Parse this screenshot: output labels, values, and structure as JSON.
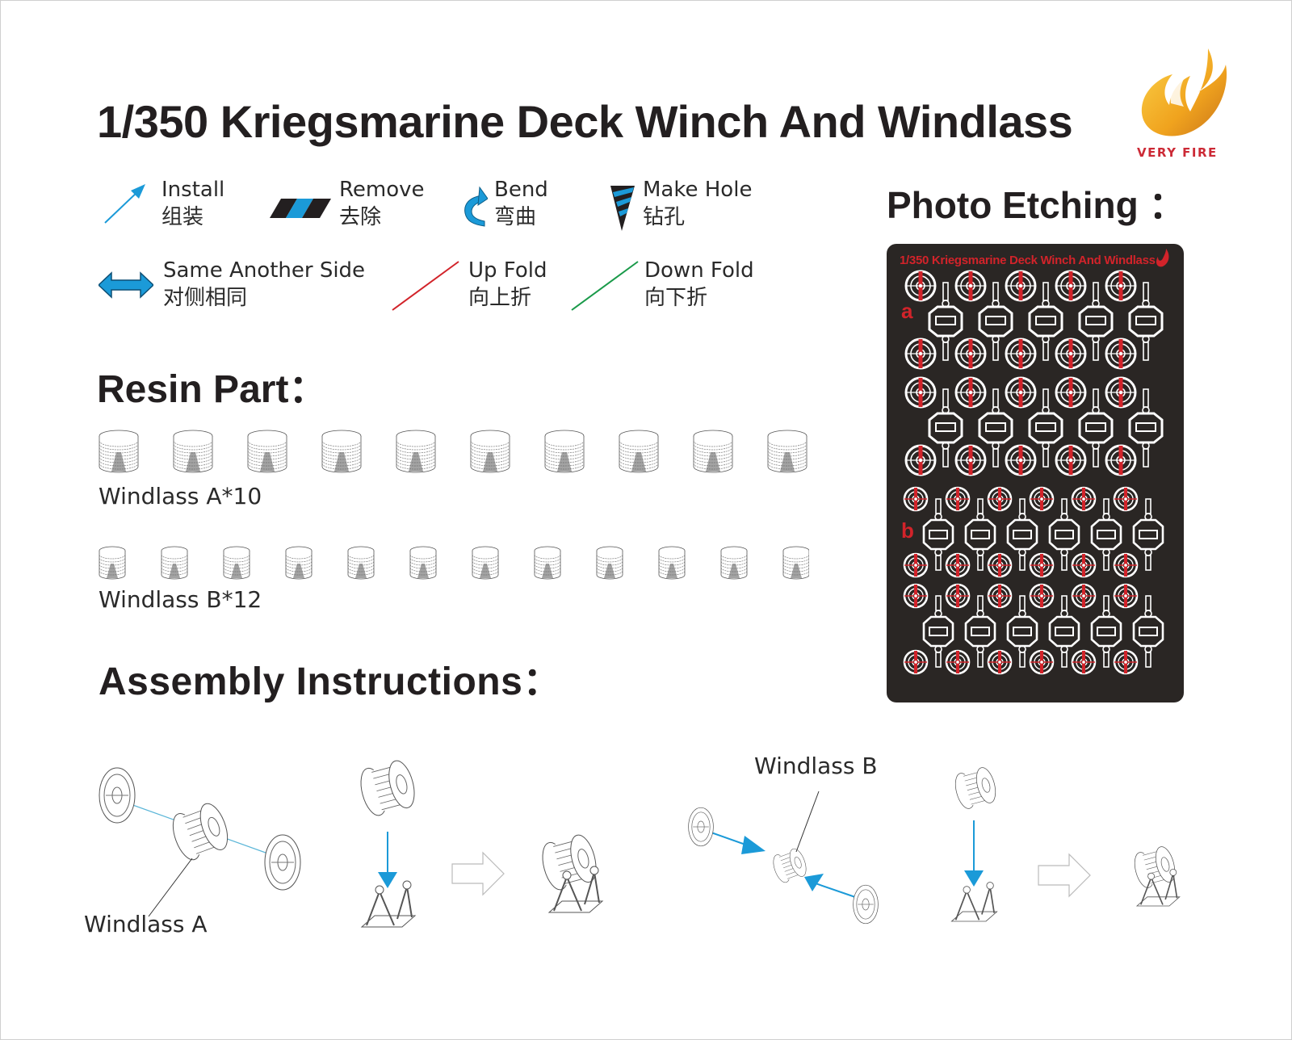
{
  "document": {
    "title": "1/350 Kriegsmarine Deck Winch And Windlass",
    "brand": {
      "name": "VERY FIRE",
      "colors": {
        "flame": "#f0a31e",
        "text": "#cc2a36"
      }
    }
  },
  "legend": [
    {
      "icon": "install-arrow-icon",
      "en": "Install",
      "zh": "组装",
      "color": "#1b9ad8"
    },
    {
      "icon": "remove-stripes-icon",
      "en": "Remove",
      "zh": "去除",
      "color": "#1b9ad8"
    },
    {
      "icon": "bend-arrow-icon",
      "en": "Bend",
      "zh": "弯曲",
      "color": "#1b9ad8"
    },
    {
      "icon": "make-hole-drill-icon",
      "en": "Make Hole",
      "zh": "钻孔",
      "color": "#1b9ad8"
    },
    {
      "icon": "double-arrow-icon",
      "en": "Same Another Side",
      "zh": "对侧相同",
      "color": "#1b9ad8"
    },
    {
      "icon": "up-fold-line-icon",
      "en": "Up Fold",
      "zh": "向上折",
      "color": "#d2232a"
    },
    {
      "icon": "down-fold-line-icon",
      "en": "Down Fold",
      "zh": "向下折",
      "color": "#1a9a4a"
    }
  ],
  "sections": {
    "photo_etching": "Photo Etching ：",
    "resin_part": "Resin Part：",
    "assembly": "Assembly Instructions："
  },
  "resin_parts": [
    {
      "label": "Windlass A*10",
      "count": 10
    },
    {
      "label": "Windlass B*12",
      "count": 12
    }
  ],
  "photo_etch_sheet": {
    "title": "1/350 Kriegsmarine Deck Winch And Windlass",
    "fret_a_label": "a",
    "fret_b_label": "b",
    "background": "#2a2624",
    "accent": "#d2232a"
  },
  "assembly": {
    "step_a_label": "Windlass A",
    "step_b_label": "Windlass B",
    "arrow_color": "#1b9ad8"
  }
}
